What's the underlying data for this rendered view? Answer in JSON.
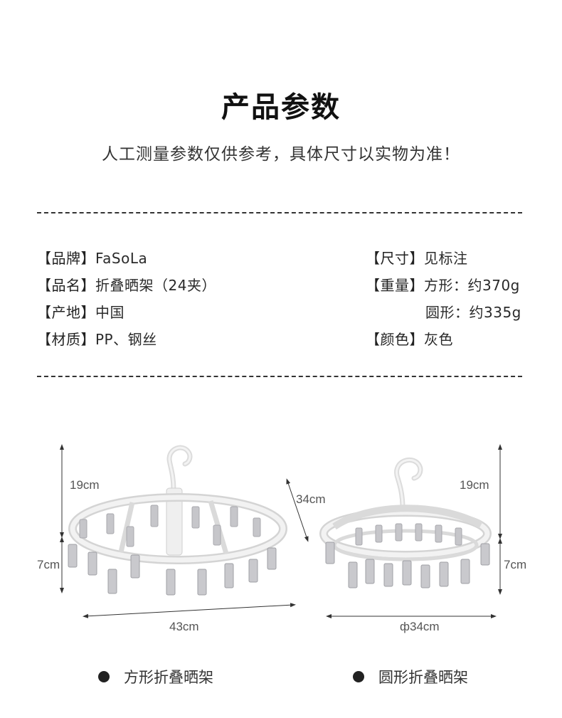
{
  "header": {
    "title": "产品参数",
    "subtitle": "人工测量参数仅供参考，具体尺寸以实物为准！"
  },
  "specs": {
    "brand": {
      "label": "【品牌】",
      "value": "FaSoLa"
    },
    "name": {
      "label": "【品名】",
      "value": "折叠晒架（24夹）"
    },
    "origin": {
      "label": "【产地】",
      "value": "中国"
    },
    "material": {
      "label": "【材质】",
      "value": "PP、钢丝"
    },
    "size": {
      "label": "【尺寸】",
      "value": "见标注"
    },
    "weight": {
      "label": "【重量】",
      "value_square": "方形：约370g",
      "value_round": "圆形：约335g"
    },
    "color": {
      "label": "【颜色】",
      "value": "灰色"
    }
  },
  "dimensions": {
    "square": {
      "hook_height": "19cm",
      "clip_height": "7cm",
      "depth": "34cm",
      "width": "43cm"
    },
    "round": {
      "hook_height": "19cm",
      "clip_height": "7cm",
      "diameter": "ф34cm"
    }
  },
  "captions": {
    "square": "方形折叠晒架",
    "round": "圆形折叠晒架"
  },
  "colors": {
    "text": "#2a2a2a",
    "title": "#111111",
    "hanger": "#e9e9e9",
    "clip": "#c9c9cc",
    "dim_line": "#333333"
  }
}
